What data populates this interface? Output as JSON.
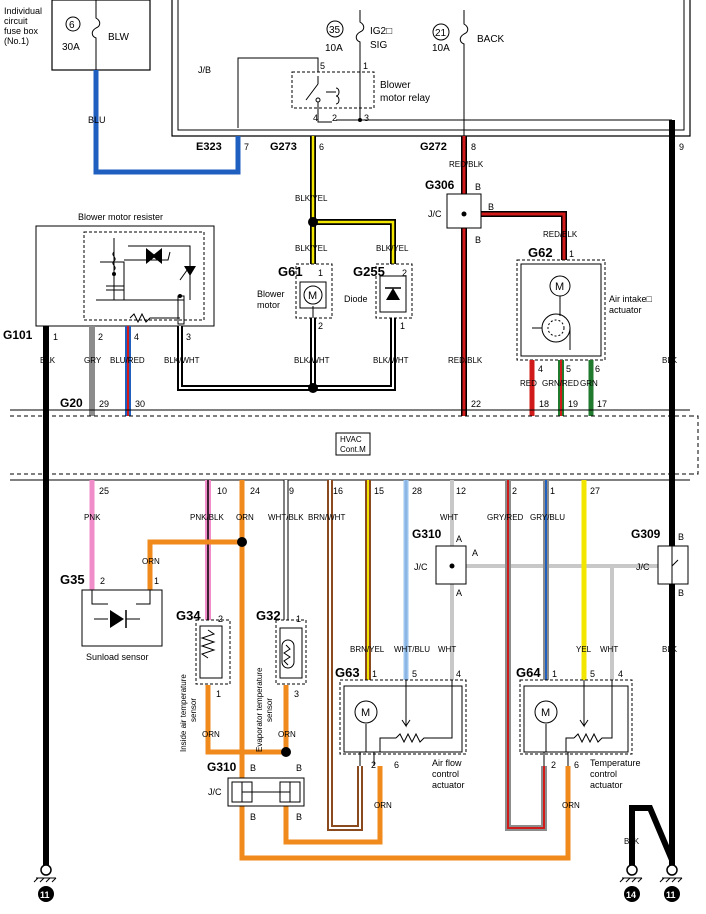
{
  "fuses": [
    {
      "number": "6",
      "amps": "30A",
      "name": "BLW"
    },
    {
      "number": "35",
      "amps": "10A",
      "name": "IG2□\nSIG"
    },
    {
      "number": "21",
      "amps": "10A",
      "name": "BACK"
    }
  ],
  "fuse_box_label": "Individual\ncircuit\nfuse box\n(No.1)",
  "jb_label": "J/B",
  "relay": {
    "label": "Blower\nmotor relay",
    "pins": [
      "5",
      "1",
      "4",
      "2",
      "3"
    ]
  },
  "connectors": {
    "e323": {
      "id": "E323",
      "pin": "7"
    },
    "g273": {
      "id": "G273",
      "pin": "6"
    },
    "g272": {
      "id": "G272",
      "pin": "8"
    },
    "j9": {
      "pin": "9"
    },
    "g306": {
      "id": "G306",
      "pins": [
        "B",
        "B",
        "B"
      ]
    },
    "g101": {
      "id": "G101",
      "pins": [
        "1",
        "2",
        "4",
        "3"
      ]
    },
    "g61": {
      "id": "G61",
      "pins": [
        "1",
        "2"
      ]
    },
    "g255": {
      "id": "G255",
      "pins": [
        "2",
        "1"
      ]
    },
    "g62": {
      "id": "G62",
      "pins": [
        "1",
        "4",
        "5",
        "6"
      ]
    },
    "g20": {
      "id": "G20",
      "pins": [
        "29",
        "30",
        "22",
        "18",
        "19",
        "17"
      ]
    },
    "lower_pins": [
      "25",
      "10",
      "24",
      "9",
      "16",
      "15",
      "28",
      "12",
      "2",
      "1",
      "27"
    ],
    "g310_top": {
      "id": "G310",
      "pins": [
        "A",
        "A",
        "A"
      ]
    },
    "g309": {
      "id": "G309",
      "pins": [
        "B",
        "B"
      ]
    },
    "g35": {
      "id": "G35",
      "pins": [
        "2",
        "1"
      ]
    },
    "g34": {
      "id": "G34",
      "pins": [
        "2",
        "1"
      ]
    },
    "g32": {
      "id": "G32",
      "pins": [
        "1",
        "3"
      ]
    },
    "g63": {
      "id": "G63",
      "pins": [
        "1",
        "5",
        "4",
        "2",
        "6"
      ]
    },
    "g64": {
      "id": "G64",
      "pins": [
        "1",
        "5",
        "4",
        "2",
        "6"
      ]
    },
    "g310_bot": {
      "id": "G310",
      "pins": [
        "B",
        "B",
        "B",
        "B"
      ]
    }
  },
  "components": {
    "blower_resistor": "Blower motor resister",
    "blower_motor": "Blower\nmotor",
    "diode": "Diode",
    "air_intake": "Air intake□\nactuator",
    "hvac": "HVAC\nCont.M",
    "sunload": "Sunload sensor",
    "inside_temp": "Inside air temperature\nsensor",
    "evap_temp": "Evaporator temperature\nsensor",
    "air_flow": "Air flow\ncontrol\nactuator",
    "temp_ctrl": "Temperature\ncontrol\nactuator",
    "jc": "J/C",
    "motor_symbol": "M"
  },
  "wires": {
    "blu": "BLU",
    "blk_yel": "BLK/YEL",
    "red_blk": "RED/BLK",
    "blk": "BLK",
    "gry": "GRY",
    "blu_red": "BLU/RED",
    "blk_wht": "BLK/WHT",
    "red": "RED",
    "grn_red": "GRN/RED",
    "grn": "GRN",
    "pnk": "PNK",
    "pnk_blk": "PNK/BLK",
    "orn": "ORN",
    "wht_blk": "WHT/BLK",
    "brn_wht": "BRN/WHT",
    "wht": "WHT",
    "gry_red": "GRY/RED",
    "gry_blu": "GRY/BLU",
    "brn_yel": "BRN/YEL",
    "wht_blu": "WHT/BLU",
    "yel": "YEL"
  },
  "grounds": [
    "11",
    "14",
    "11"
  ],
  "colors": {
    "blu": "#1e5fbf",
    "yel": "#f2e600",
    "red": "#d11a1a",
    "orn": "#f08a1c",
    "pnk": "#f08cc8",
    "gry": "#8c8c8c",
    "grn": "#1f7a2e",
    "brn": "#8b4a1e",
    "lightblu": "#9cc4ee"
  }
}
